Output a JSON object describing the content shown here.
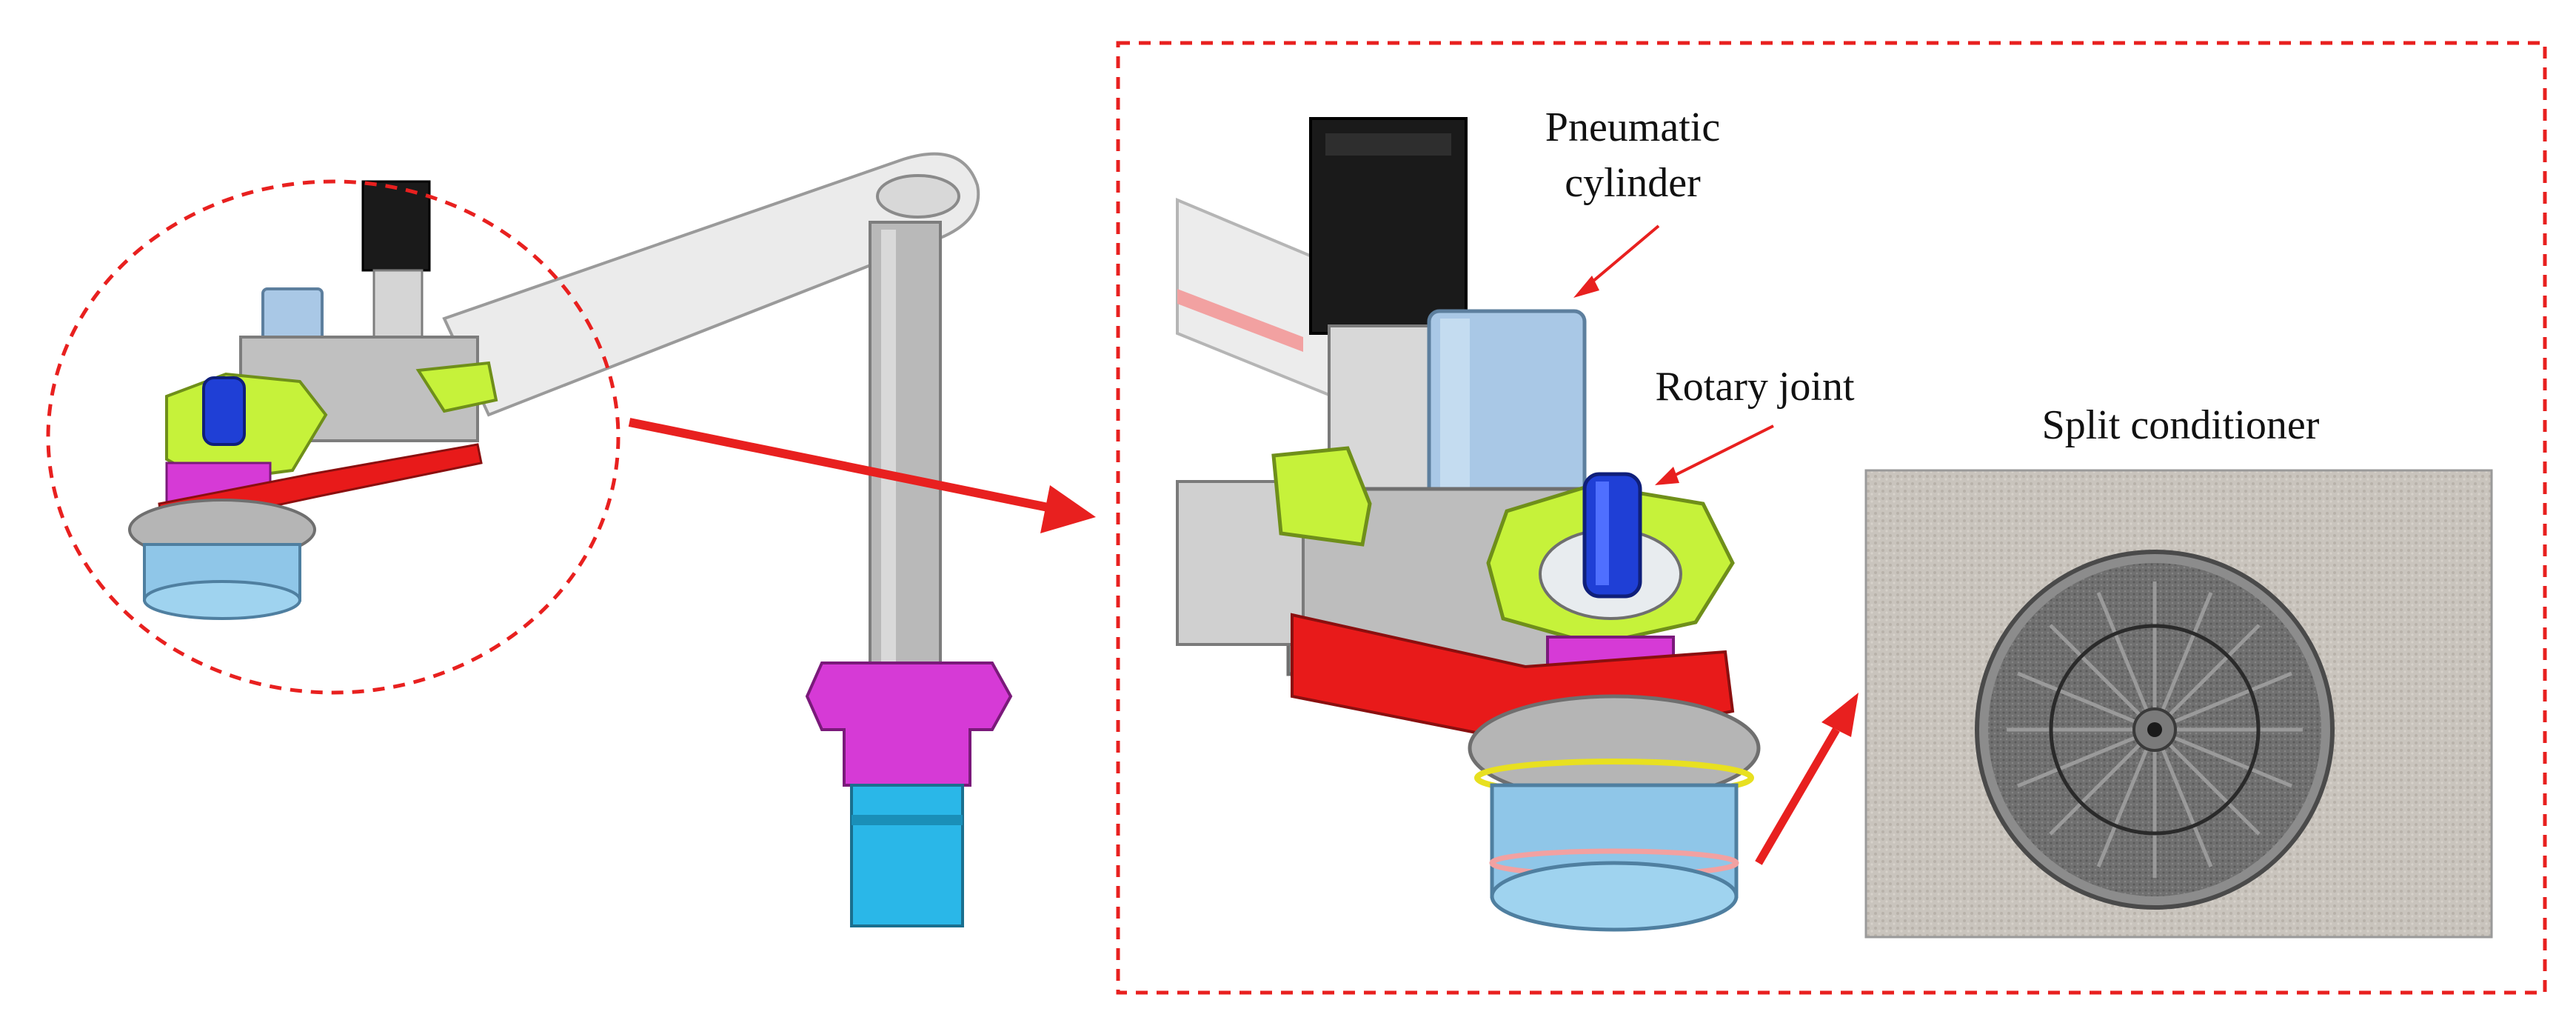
{
  "labels": {
    "pneumatic_line1": "Pneumatic",
    "pneumatic_line2": "cylinder",
    "rotary_joint": "Rotary joint",
    "split_conditioner": "Split conditioner"
  },
  "colors": {
    "callout_red": "#e8201f",
    "cad_lime": "#c6f23a",
    "cad_blue": "#1f3fd6",
    "cad_magenta": "#d63ad6",
    "cad_red": "#e81a1a",
    "cad_lightblue": "#8fc6e8",
    "cad_cyan": "#2ab7e8",
    "cad_gray": "#bdbdbd",
    "cad_black": "#1a1a1a",
    "cylinder_blue": "#a9c8e6",
    "pad_gray": "#6b6b6b"
  },
  "icons": {
    "dashed_circle": "dashed-circle-callout",
    "zoom_box": "dashed-rectangle-frame",
    "arrow": "red-arrow"
  }
}
